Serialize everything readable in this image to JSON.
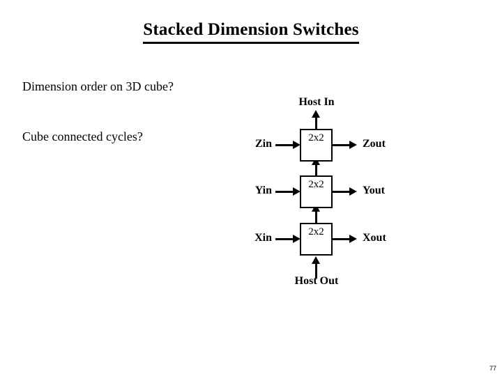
{
  "slide": {
    "title": "Stacked Dimension Switches",
    "page_number": "77",
    "background_color": "#ffffff",
    "text_color": "#000000"
  },
  "body": {
    "lines": [
      "Dimension order on 3D cube?",
      "Cube connected cycles?"
    ]
  },
  "diagram": {
    "switch_label": "2x2",
    "switches": [
      {
        "id": "z",
        "label": "2x2",
        "input": "Zin",
        "output": "Zout"
      },
      {
        "id": "y",
        "label": "2x2",
        "input": "Yin",
        "output": "Yout"
      },
      {
        "id": "x",
        "label": "2x2",
        "input": "Xin",
        "output": "Xout"
      }
    ],
    "host_in": "Host In",
    "host_out": "Host Out"
  }
}
